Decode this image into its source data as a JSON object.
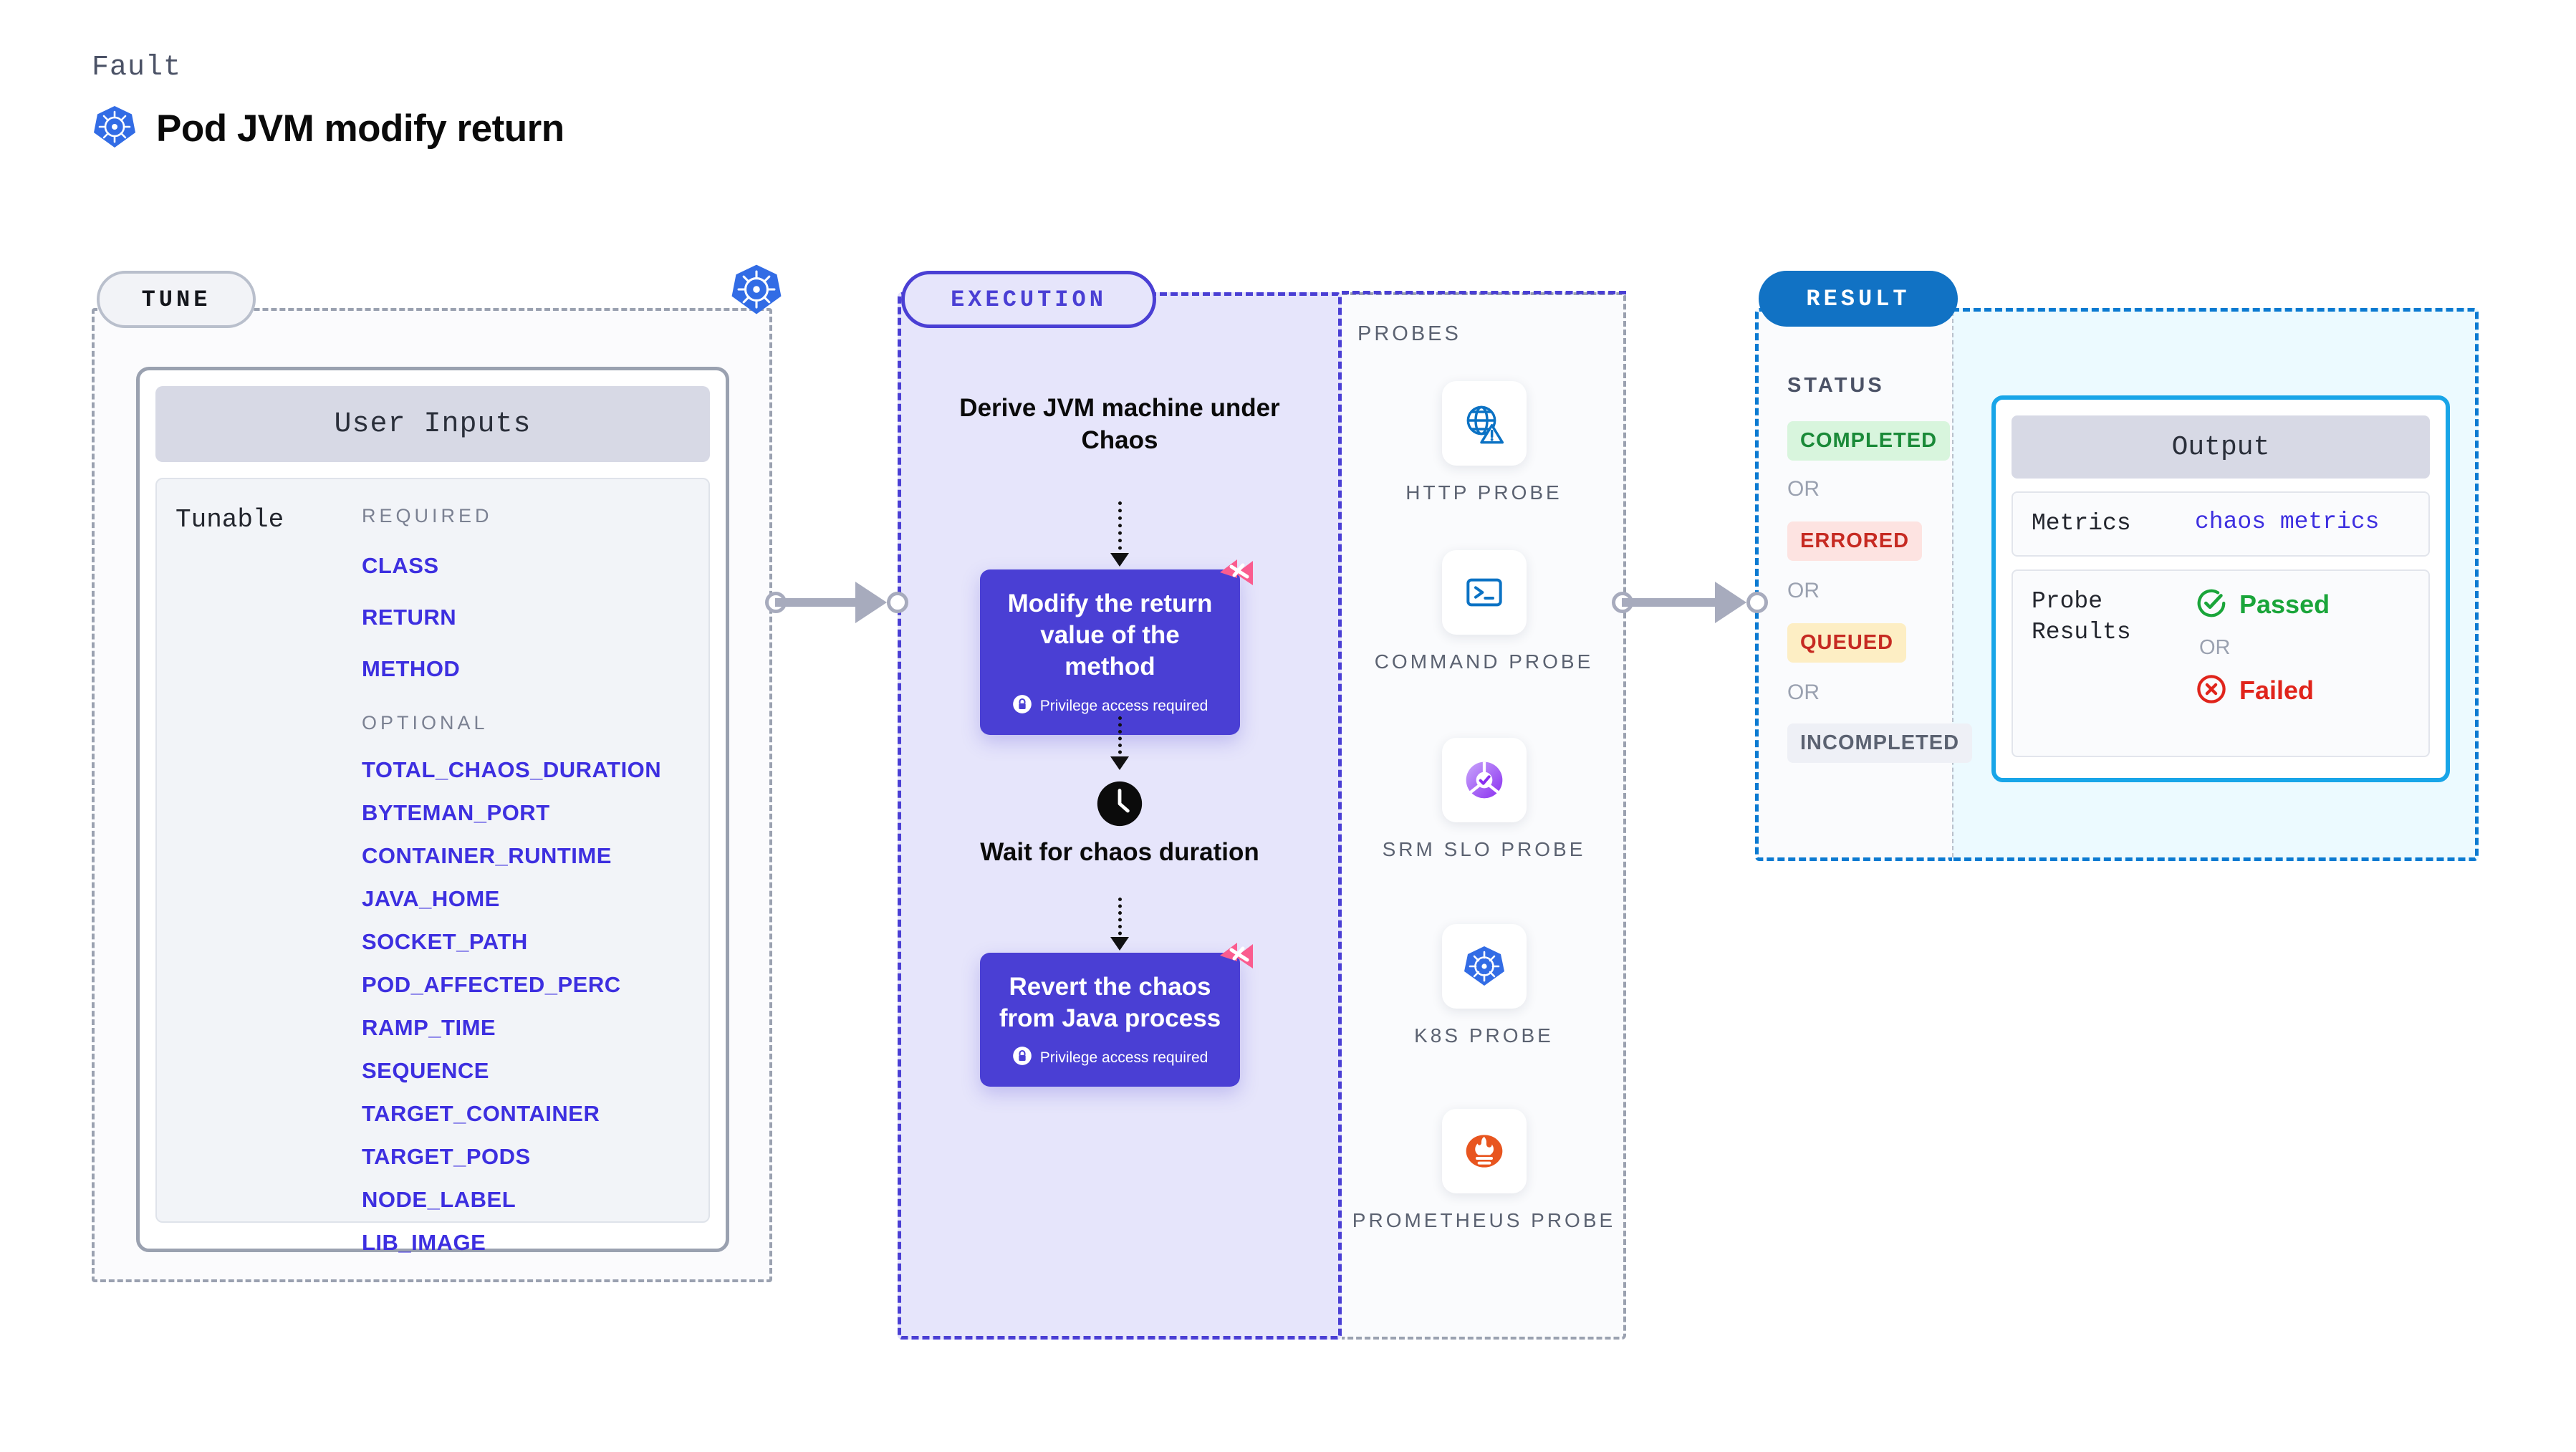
{
  "header": {
    "kicker": "Fault",
    "title": "Pod JVM modify return",
    "icon": "kubernetes-icon"
  },
  "stages": {
    "tune": "TUNE",
    "execution": "EXECUTION",
    "result": "RESULT"
  },
  "tune": {
    "card_title": "User Inputs",
    "tunable_label": "Tunable",
    "required_label": "REQUIRED",
    "optional_label": "OPTIONAL",
    "required": [
      "CLASS",
      "RETURN",
      "METHOD"
    ],
    "optional": [
      "TOTAL_CHAOS_DURATION",
      "BYTEMAN_PORT",
      "CONTAINER_RUNTIME",
      "JAVA_HOME",
      "SOCKET_PATH",
      "POD_AFFECTED_PERC",
      "RAMP_TIME",
      "SEQUENCE",
      "TARGET_CONTAINER",
      "TARGET_PODS",
      "NODE_LABEL",
      "LIB_IMAGE"
    ],
    "badge_icon": "kubernetes-icon"
  },
  "execution": {
    "derive_heading": "Derive JVM machine under Chaos",
    "wait_heading": "Wait for chaos duration",
    "wait_icon": "clock-icon",
    "cards": [
      {
        "title": "Modify the return value of the method",
        "privilege": "Privilege access required",
        "privilege_icon": "lock-icon",
        "corner_icon": "litmus-logo-icon"
      },
      {
        "title": "Revert the chaos from Java process",
        "privilege": "Privilege access required",
        "privilege_icon": "lock-icon",
        "corner_icon": "litmus-logo-icon"
      }
    ]
  },
  "probes": {
    "label": "PROBES",
    "items": [
      {
        "name": "HTTP PROBE",
        "icon": "globe-warning-icon"
      },
      {
        "name": "COMMAND PROBE",
        "icon": "terminal-icon"
      },
      {
        "name": "SRM SLO PROBE",
        "icon": "srm-slo-icon"
      },
      {
        "name": "K8S PROBE",
        "icon": "kubernetes-icon"
      },
      {
        "name": "PROMETHEUS PROBE",
        "icon": "prometheus-icon"
      }
    ]
  },
  "result": {
    "status_label": "STATUS",
    "or": "OR",
    "statuses": [
      {
        "label": "COMPLETED",
        "bg": "#d8f5dd",
        "color": "#1a8a38"
      },
      {
        "label": "ERRORED",
        "bg": "#fde3e1",
        "color": "#c62a22"
      },
      {
        "label": "QUEUED",
        "bg": "#fdeec4",
        "color": "#c62a22"
      },
      {
        "label": "INCOMPLETED",
        "bg": "#eef0f6",
        "color": "#5b6271"
      }
    ],
    "output": {
      "title": "Output",
      "metrics_label": "Metrics",
      "metrics_value": "chaos metrics",
      "probe_results_label": "Probe Results",
      "passed": "Passed",
      "failed": "Failed",
      "or": "OR",
      "passed_icon": "check-circle-icon",
      "failed_icon": "x-circle-icon"
    }
  },
  "colors": {
    "accent_purple": "#4a3fd4",
    "accent_blue": "#1172c4",
    "k8s_blue": "#326ce5",
    "litmus_pink": "#fa5c8f",
    "param_blue": "#3d2fe0",
    "output_cyan": "#18a5e8"
  }
}
